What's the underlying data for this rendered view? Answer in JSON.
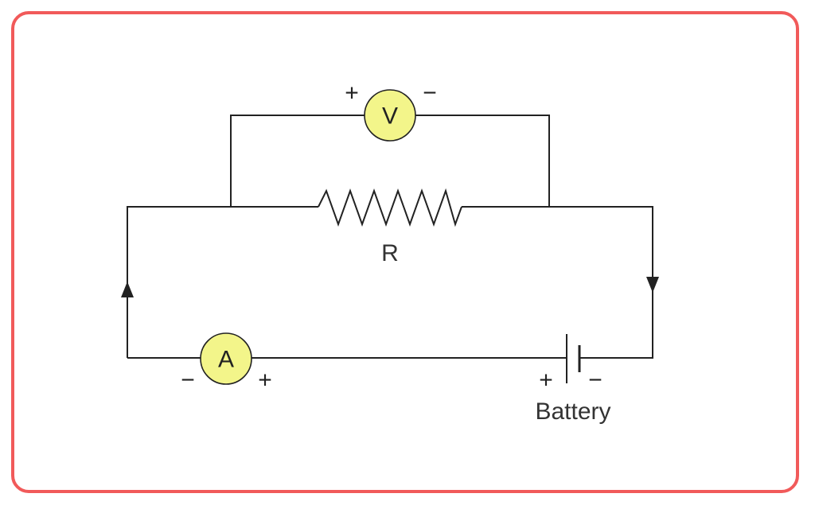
{
  "voltmeter": {
    "symbol": "V",
    "plus": "+",
    "minus": "−"
  },
  "ammeter": {
    "symbol": "A",
    "plus": "+",
    "minus": "−"
  },
  "resistor": {
    "label": "R"
  },
  "battery": {
    "label": "Battery",
    "plus": "+",
    "minus": "−"
  },
  "colors": {
    "frame_border": "#f15a5a",
    "meter_fill": "#f3f58a",
    "wire": "#222222"
  }
}
